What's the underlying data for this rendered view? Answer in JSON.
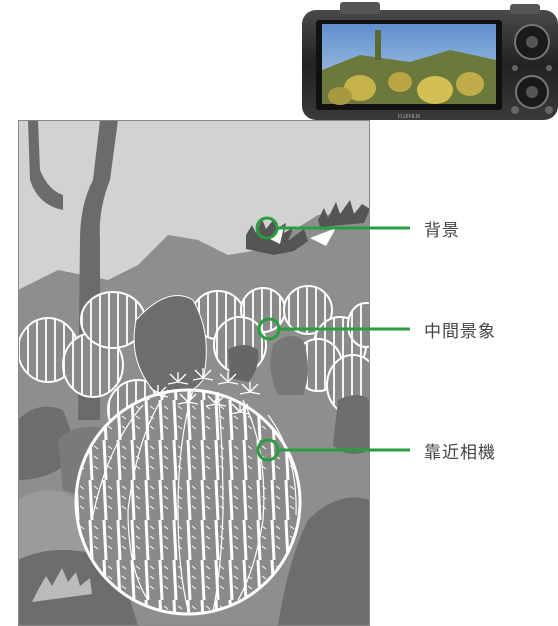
{
  "labels": {
    "background": "背景",
    "midground": "中間景象",
    "foreground": "靠近相機"
  },
  "camera": {
    "brand": "FUJIFILM"
  },
  "colors": {
    "leader_green": "#2a9d3e",
    "scene_mid": "#8e8e8e",
    "scene_dark": "#6d6d6d",
    "scene_light": "#c9c9c9",
    "camera_body": "#2b2b2b"
  }
}
